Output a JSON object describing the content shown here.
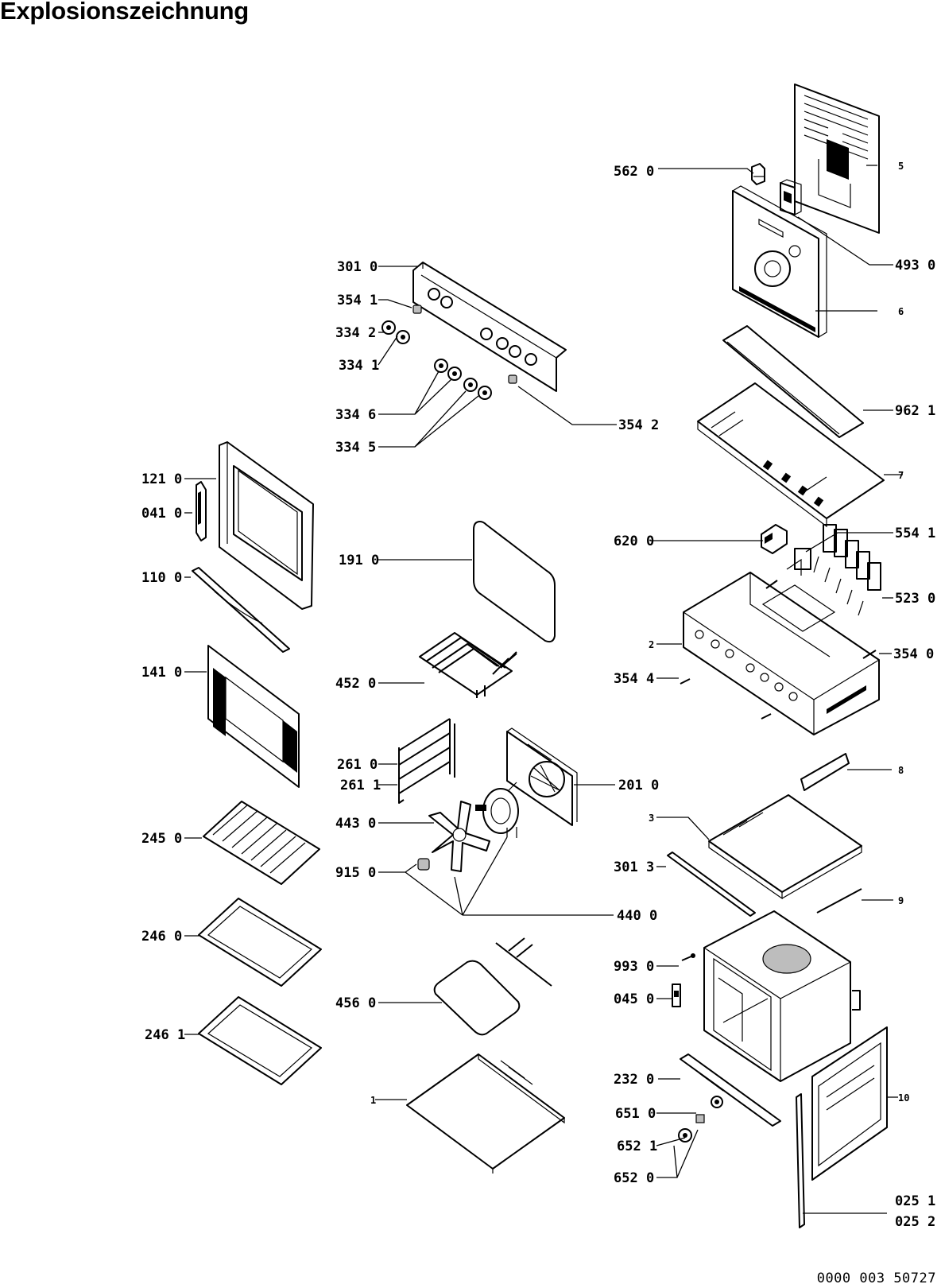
{
  "title": "Explosionszeichnung",
  "document_number": "0000 003 50727",
  "labels": {
    "l5620": "562 0",
    "l5": "5",
    "l4930": "493 0",
    "l6": "6",
    "l3010": "301 0",
    "l3541": "354 1",
    "l3342": "334 2",
    "l3341": "334 1",
    "l3346": "334 6",
    "l3345": "334 5",
    "l3542": "354 2",
    "l9621": "962 1",
    "l7": "7",
    "l1210": "121 0",
    "l0410": "041 0",
    "l1100": "110 0",
    "l1410": "141 0",
    "l1910": "191 0",
    "l6200": "620 0",
    "l5541": "554 1",
    "l5230": "523 0",
    "l2": "2",
    "l3540": "354 0",
    "l3544": "354 4",
    "l4520": "452 0",
    "l2610": "261 0",
    "l2611": "261 1",
    "l2010": "201 0",
    "l4430": "443 0",
    "l8": "8",
    "l3": "3",
    "l2450": "245 0",
    "l9150": "915 0",
    "l3013": "301 3",
    "l4400": "440 0",
    "l9": "9",
    "l2460": "246 0",
    "l9930": "993 0",
    "l0450": "045 0",
    "l2461": "246 1",
    "l4560": "456 0",
    "l2320": "232 0",
    "l1": "1",
    "l10": "10",
    "l6510": "651 0",
    "l6521": "652 1",
    "l6520": "652 0",
    "l0251": "025 1",
    "l0252": "025 2"
  }
}
